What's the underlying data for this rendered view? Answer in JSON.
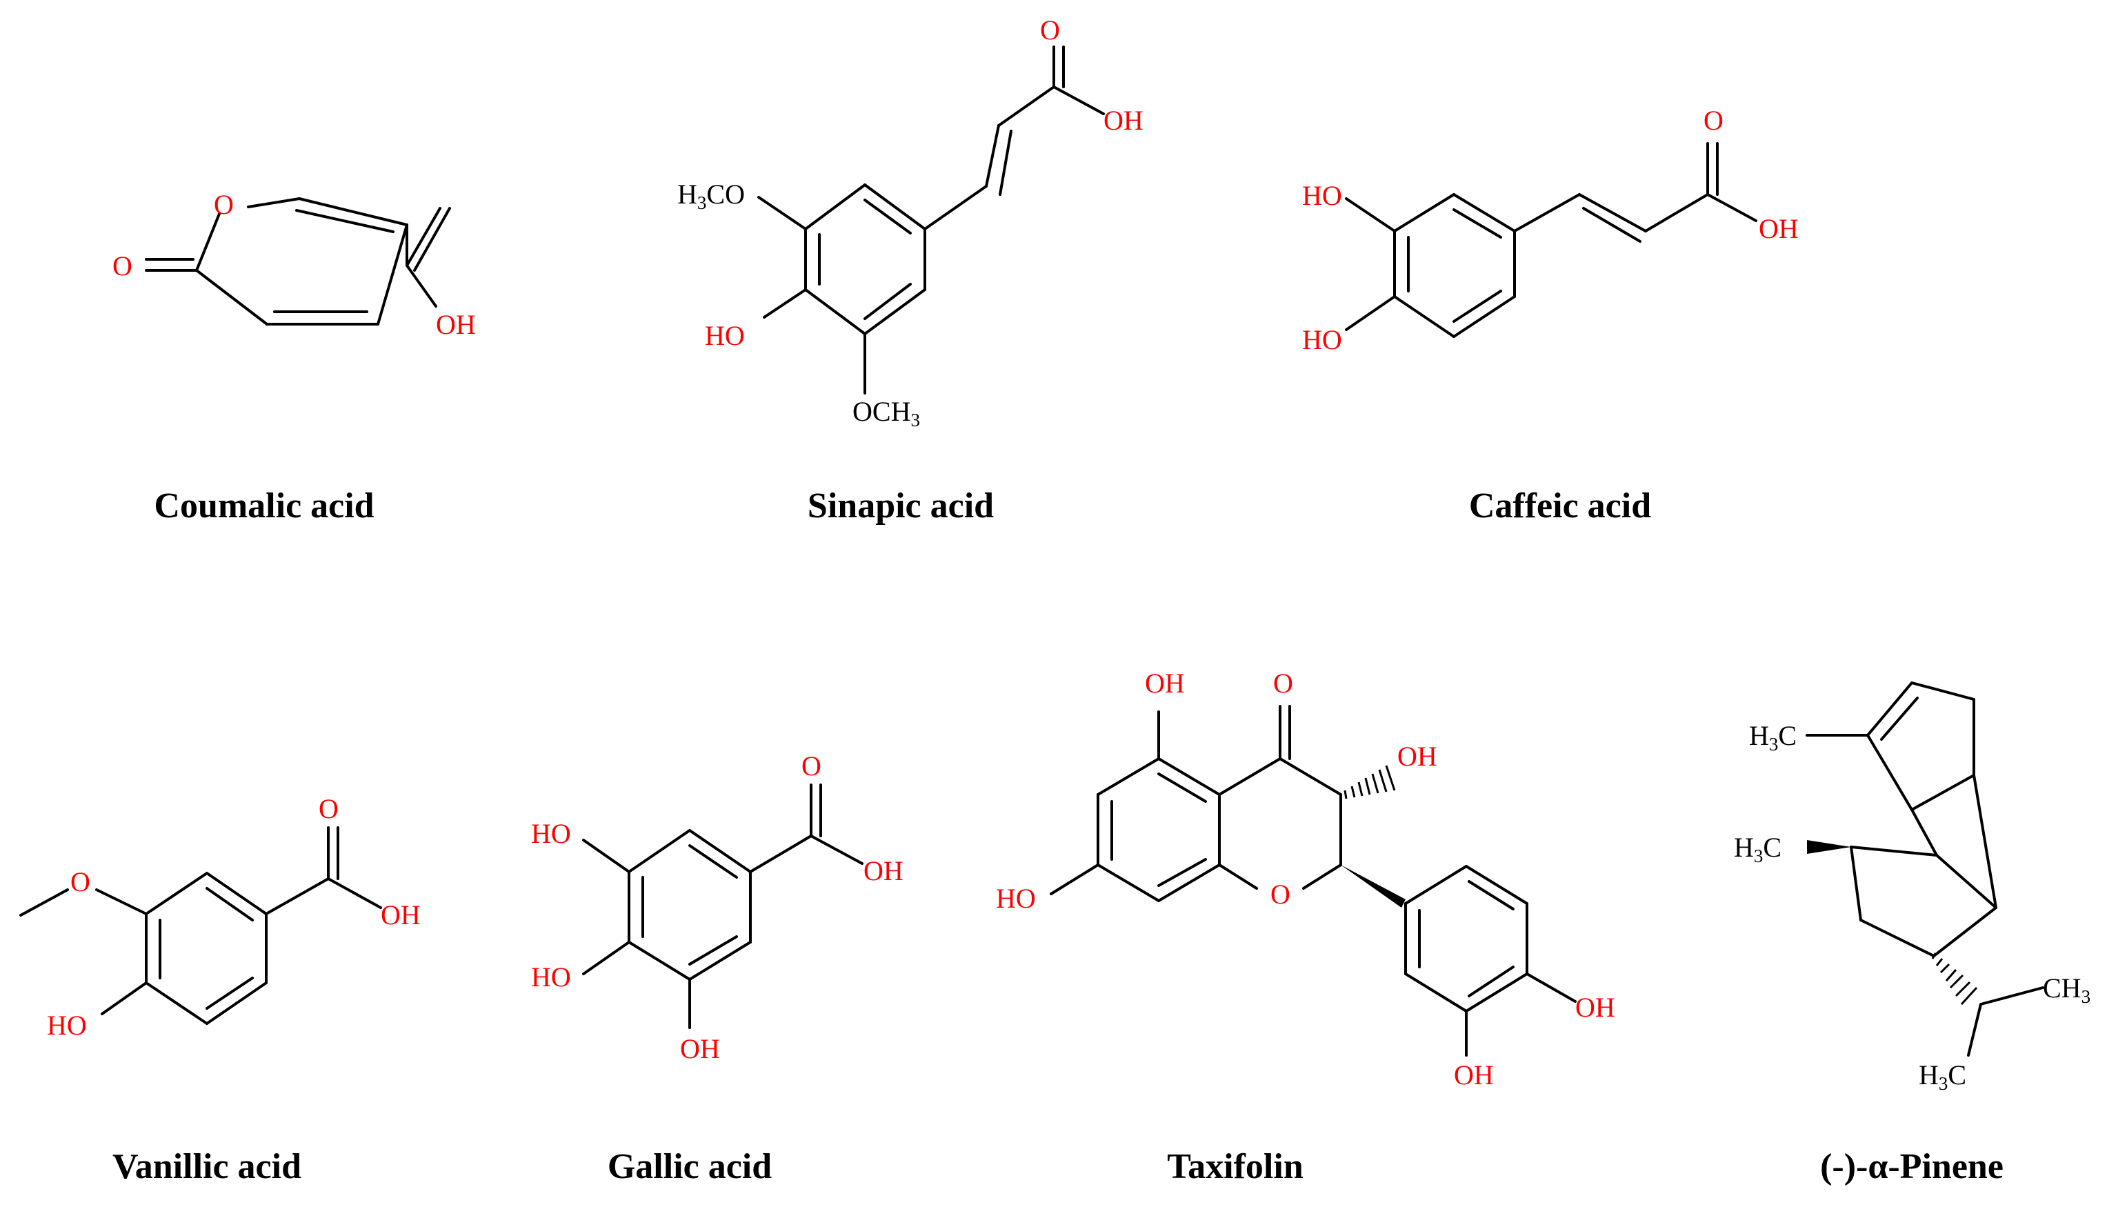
{
  "colors": {
    "oxygen": "#ff0000",
    "carbon": "#000000",
    "background": "#ffffff"
  },
  "compounds": [
    {
      "name": "Coumalic acid",
      "atoms": {
        "o_ring": "O",
        "o_carbonyl": "O",
        "oh": "OH"
      }
    },
    {
      "name": "Sinapic acid",
      "atoms": {
        "o_carbonyl": "O",
        "oh_acid": "OH",
        "methoxy_top": "H",
        "methoxy_top_sub": "3",
        "methoxy_top_tail": "CO",
        "oh_ring": "HO",
        "methoxy_bottom": "OCH",
        "methoxy_bottom_sub": "3"
      }
    },
    {
      "name": "Caffeic acid",
      "atoms": {
        "o_carbonyl": "O",
        "oh_acid": "OH",
        "oh_top": "HO",
        "oh_bottom": "HO"
      }
    },
    {
      "name": "Vanillic acid",
      "atoms": {
        "o_methoxy": "O",
        "o_carbonyl": "O",
        "oh_acid": "OH",
        "oh_ring": "HO"
      }
    },
    {
      "name": "Gallic acid",
      "atoms": {
        "o_carbonyl": "O",
        "oh_acid": "OH",
        "oh_top": "HO",
        "oh_mid": "HO",
        "oh_bottom": "OH"
      }
    },
    {
      "name": "Taxifolin",
      "atoms": {
        "oh5": "OH",
        "o4": "O",
        "oh3": "OH",
        "oh7": "HO",
        "o1": "O",
        "oh4p": "OH",
        "oh3p": "OH"
      }
    },
    {
      "name": "(-)-α-Pinene",
      "atoms": {
        "me_top": "H",
        "me_top_sub": "3",
        "me_top_tail": "C",
        "me_mid": "H",
        "me_mid_sub": "3",
        "me_mid_tail": "C",
        "me_right": "CH",
        "me_right_sub": "3",
        "me_bottom": "H",
        "me_bottom_sub": "3",
        "me_bottom_tail": "C"
      }
    }
  ]
}
